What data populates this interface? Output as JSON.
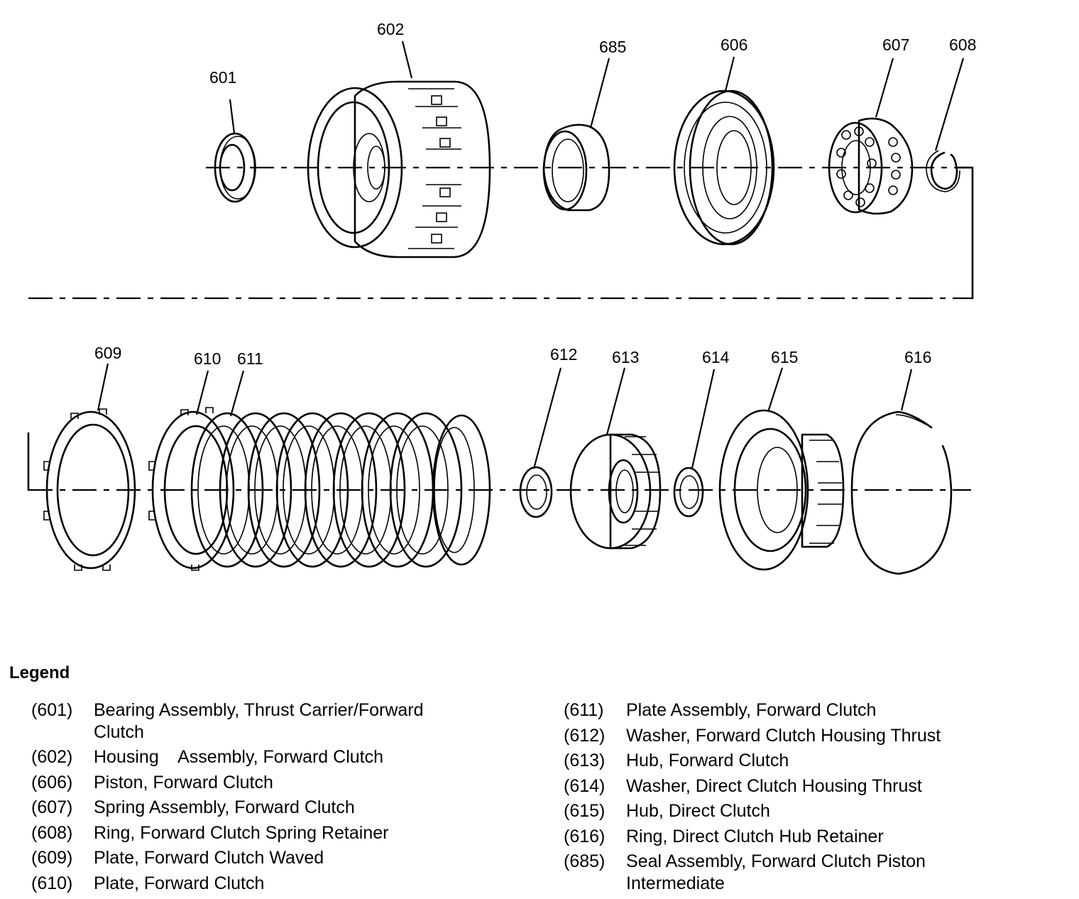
{
  "callouts": {
    "c601": "601",
    "c602": "602",
    "c685": "685",
    "c606": "606",
    "c607": "607",
    "c608": "608",
    "c609": "609",
    "c610": "610",
    "c611": "611",
    "c612": "612",
    "c613": "613",
    "c614": "614",
    "c615": "615",
    "c616": "616"
  },
  "legend": {
    "title": "Legend",
    "left": [
      {
        "code": "(601)",
        "desc": "Bearing Assembly, Thrust Carrier/Forward Clutch"
      },
      {
        "code": "(602)",
        "desc": "Housing    Assembly, Forward Clutch"
      },
      {
        "code": "(606)",
        "desc": "Piston, Forward Clutch"
      },
      {
        "code": "(607)",
        "desc": "Spring Assembly, Forward Clutch"
      },
      {
        "code": "(608)",
        "desc": "Ring, Forward Clutch Spring Retainer"
      },
      {
        "code": "(609)",
        "desc": "Plate, Forward Clutch Waved"
      },
      {
        "code": "(610)",
        "desc": "Plate, Forward Clutch"
      }
    ],
    "right": [
      {
        "code": "(611)",
        "desc": "Plate Assembly, Forward Clutch"
      },
      {
        "code": "(612)",
        "desc": "Washer, Forward Clutch Housing Thrust"
      },
      {
        "code": "(613)",
        "desc": "Hub, Forward Clutch"
      },
      {
        "code": "(614)",
        "desc": "Washer, Direct Clutch Housing Thrust"
      },
      {
        "code": "(615)",
        "desc": "Hub, Direct Clutch"
      },
      {
        "code": "(616)",
        "desc": "Ring, Direct Clutch Hub Retainer"
      },
      {
        "code": "(685)",
        "desc": "Seal Assembly, Forward Clutch Piston Intermediate"
      }
    ]
  }
}
